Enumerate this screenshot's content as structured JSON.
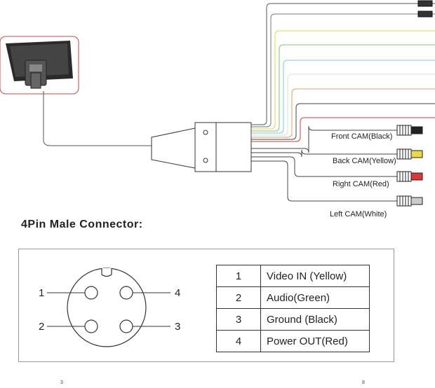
{
  "cameras": [
    {
      "label": "Front CAM(Black)",
      "color": "#222222"
    },
    {
      "label": "Back  CAM(Yellow)",
      "color": "#e8d84a"
    },
    {
      "label": "Right  CAM(Red)",
      "color": "#d83a3a"
    },
    {
      "label": "Left  CAM(White)",
      "color": "#cccccc"
    }
  ],
  "wire_colors": [
    "#555555",
    "#777777",
    "#e8d84a",
    "#7cc47c",
    "#7cc7e0",
    "#dddddd",
    "#e0a060",
    "#444444",
    "#d83a3a"
  ],
  "section_title": "4Pin Male  Connector:",
  "pin_labels": [
    "1",
    "2",
    "3",
    "4"
  ],
  "pin_table": [
    {
      "pin": "1",
      "desc": "Video IN (Yellow)"
    },
    {
      "pin": "2",
      "desc": "Audio(Green)"
    },
    {
      "pin": "3",
      "desc": "Ground (Black)"
    },
    {
      "pin": "4",
      "desc": "Power OUT(Red)"
    }
  ],
  "page_numbers": {
    "left": "3",
    "right": "8"
  }
}
